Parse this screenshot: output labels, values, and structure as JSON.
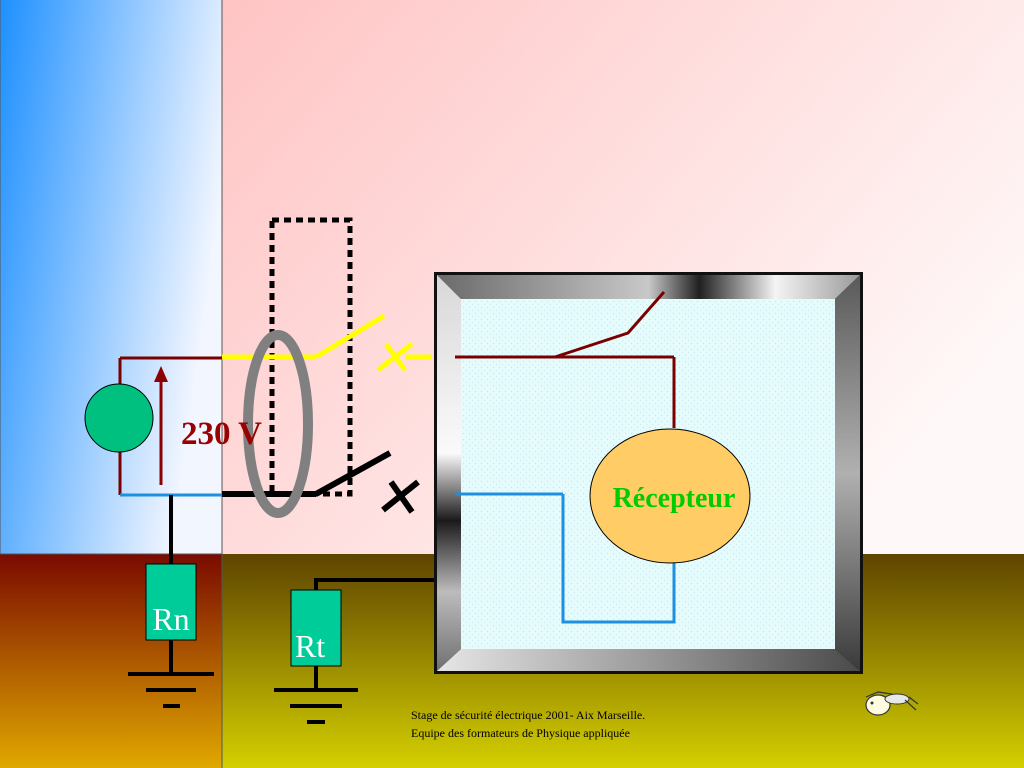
{
  "labels": {
    "voltage": "230 V",
    "receiver": "Récepteur",
    "rn": "Rn",
    "rt": "Rt"
  },
  "footer": {
    "line1": "Stage de sécurité électrique 2001- Aix Marseille.",
    "line2": "Equipe des formateurs de Physique appliquée"
  },
  "colors": {
    "phase_wire": "#7a0000",
    "neutral_wire": "#1e90e0",
    "earth_wire": "#000000",
    "switch_live": "#ffff00",
    "toroid": "#808080",
    "source": "#00c080",
    "resistor": "#00cc99",
    "receiver_fill": "#ffcc66",
    "receiver_text": "#00cc00",
    "voltage_text": "#990000"
  }
}
